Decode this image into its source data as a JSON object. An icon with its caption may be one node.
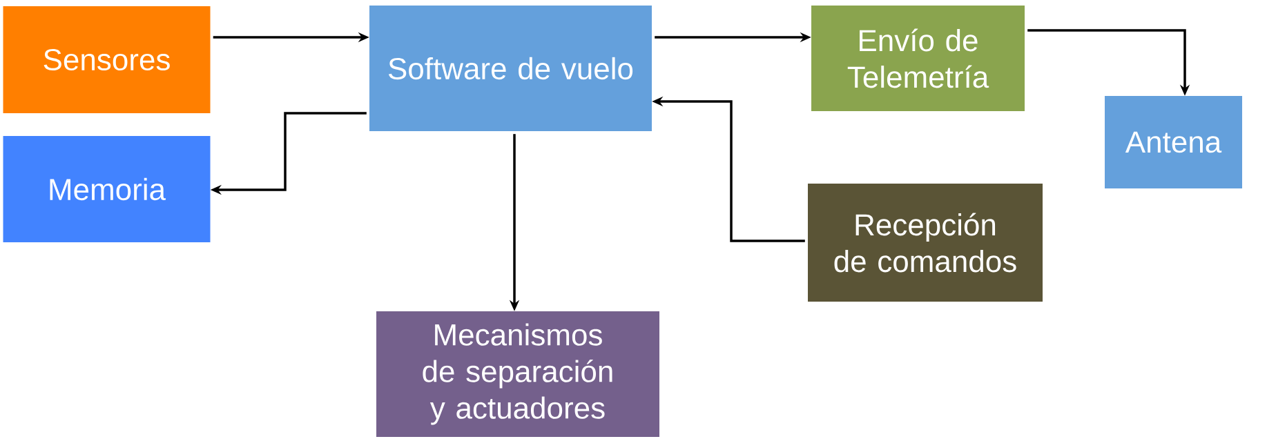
{
  "diagram": {
    "nodes": [
      {
        "text": [
          "Sensores"
        ]
      },
      {
        "text": [
          "Memoria"
        ]
      },
      {
        "text": [
          "Software de vuelo"
        ]
      },
      {
        "text": [
          "Envío de Telemetría"
        ]
      },
      {
        "text": [
          "Antena"
        ]
      },
      {
        "text": [
          "Recepción de comandos"
        ]
      },
      {
        "text": [
          "Mecanismos de separación y actuadores"
        ]
      }
    ],
    "edges": [
      {
        "from": 0,
        "to": 2,
        "arrow": "to"
      },
      {
        "from": 2,
        "to": 1,
        "arrow": "to"
      },
      {
        "from": 2,
        "to": 3,
        "arrow": "to"
      },
      {
        "from": 3,
        "to": 4,
        "arrow": "to"
      },
      {
        "from": 5,
        "to": 2,
        "arrow": "to"
      },
      {
        "from": 2,
        "to": 6,
        "arrow": "to"
      }
    ]
  }
}
